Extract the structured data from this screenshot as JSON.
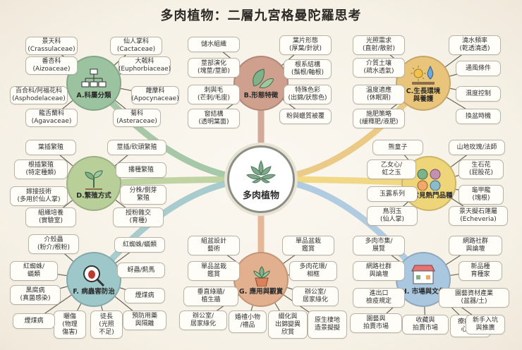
{
  "title": "多肉植物：二層九宮格曼陀羅思考",
  "center": {
    "label": "多肉植物",
    "icon": "succulent-rosette-icon"
  },
  "colors": {
    "A": "#9cc3a0",
    "B": "#cfa08e",
    "C": "#e9c57b",
    "D": "#b9cf9a",
    "E": "#efd57a",
    "F": "#9ec7c9",
    "G": "#e2b08e",
    "H": "#a9c7df"
  },
  "categories": {
    "A": {
      "label": "A.科屬分類",
      "icon": "hierarchy-tree-icon",
      "items": [
        "景天科\n(Crassulaceae)",
        "仙人掌科\n(Cactaceae)",
        "番杏科\n(Aizoaceae)",
        "大戟科\n(Euphorbiaceae)",
        "百合科/阿福花科\n(Asphodelaceae)",
        "蘿藦科\n(Apocynaceae)",
        "龍舌蘭科\n(Agavaceae)",
        "菊科\n(Asteraceae)"
      ]
    },
    "B": {
      "label": "B.形態特徵",
      "icon": "thick-leaves-icon",
      "items": [
        "儲水組織",
        "葉片形態\n(厚葉/針狀)",
        "莖部演化\n(塊莖/莖節)",
        "根系結構\n(鬚根/軸根)",
        "刺與毛\n(芒刺/毛座)",
        "特殊色彩\n(出錦/狀態色)",
        "窗結構\n(透明葉面)",
        "粉與蠟質被覆"
      ]
    },
    "C": {
      "label": "C.生長環境\n與養護",
      "icon": "sun-water-icon",
      "items": [
        "光照需求\n(直射/散射)",
        "澆水頻率\n(乾透澆透)",
        "介質土壤\n(疏水透氣)",
        "通風條件",
        "溫度適應\n(休眠期)",
        "濕度控制",
        "施肥策略\n(緩釋肥/液肥)",
        "換盆時機"
      ]
    },
    "D": {
      "label": "D.繁殖方式",
      "icon": "sprout-icon",
      "items": [
        "葉插繁殖",
        "莖插/砍頭繁殖",
        "根插繁殖\n(特定種類)",
        "播種繁殖",
        "嫁接技術\n(多用於仙人掌)",
        "分株/側芽\n繁殖",
        "組織培養\n(實驗室)",
        "授粉雜交\n(育種)"
      ]
    },
    "E": {
      "label": "E.常見熱門品種",
      "icon": "succulent-varieties-icon",
      "items": [
        "熊童子",
        "山地玫瑰/法師",
        "乙女心/\n虹之玉",
        "生石花\n(屁股花)",
        "玉露系列",
        "龜甲龍\n(塊根)",
        "鳥羽玉\n(仙人掌)",
        "景天擬石蓮屬\n(Echeveria)"
      ]
    },
    "F": {
      "label": "F. 病蟲害防治",
      "icon": "bug-magnifier-icon",
      "items": [
        "介殼蟲\n(粉介/根粉)",
        "紅蜘蛛/蟎類",
        "紅蜘蛛/\n蟎類",
        "蚜蟲/薊馬",
        "黑腐病\n(真菌感染)",
        "煙煤病",
        "曬傷\n(物理\n傷害)",
        "徒長\n(光照\n不足)",
        "預防用藥\n與隔離",
        "煙煤病"
      ]
    },
    "G": {
      "label": "G. 應用與觀賞",
      "icon": "potted-succulent-icon",
      "items": [
        "組盆設計\n藝術",
        "單品盆栽\n鑑賞",
        "單品盆栽\n鑑賞",
        "多肉花環/\n相框",
        "垂直綠牆/\n植生牆",
        "辦公室/\n居家綠化",
        "辦公室/\n居家綠化",
        "婚禮小物\n/禮品",
        "綴化與\n出錦變異\n欣賞",
        "原生棲地\n造景擬擬"
      ]
    },
    "H": {
      "label": "H. 市場與文化",
      "icon": "market-stall-icon",
      "items": [
        "多肉市集/\n展覽",
        "網路社群\n與論壇",
        "網路社群\n與論壇",
        "新品種\n育種家",
        "進出口\n檢疫規定",
        "園藝資材產業\n(盆器/土)",
        "園藝與\n拍賣市場",
        "收藏與\n拍賣市場",
        "療癒經濟\n心理學",
        "新手入坑\n與推廣"
      ]
    }
  }
}
